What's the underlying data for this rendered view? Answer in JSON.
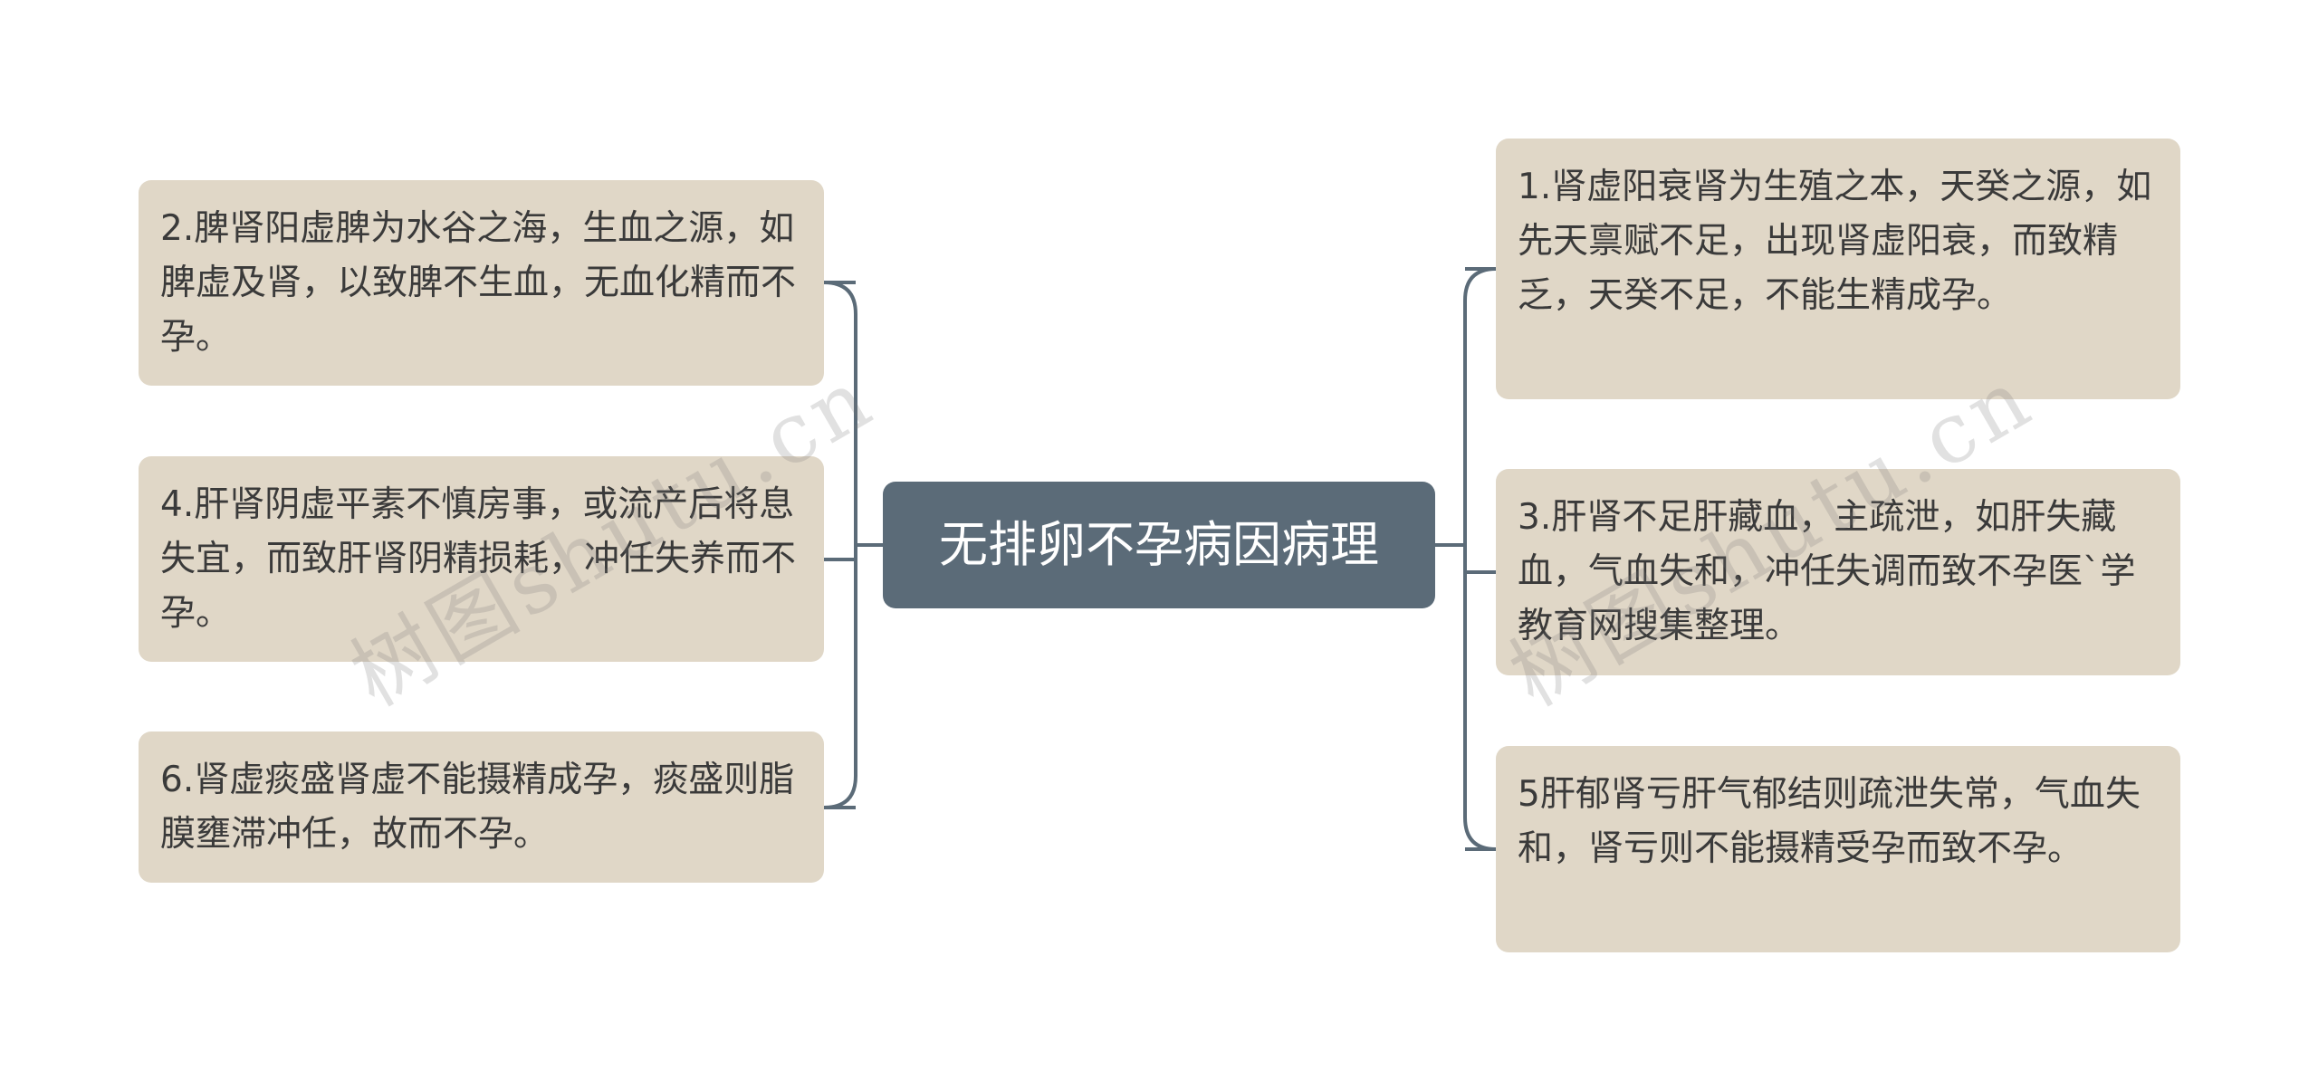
{
  "center": {
    "title": "无排卵不孕病因病理"
  },
  "left_nodes": [
    {
      "id": "2",
      "text": "2.脾肾阳虚脾为水谷之海，生血之源，如脾虚及肾，以致脾不生血，无血化精而不孕。"
    },
    {
      "id": "4",
      "text": "4.肝肾阴虚平素不慎房事，或流产后将息失宜，而致肝肾阴精损耗，冲任失养而不孕。"
    },
    {
      "id": "6",
      "text": "6.肾虚痰盛肾虚不能摄精成孕，痰盛则脂膜壅滞冲任，故而不孕。"
    }
  ],
  "right_nodes": [
    {
      "id": "1",
      "text": "1.肾虚阳衰肾为生殖之本，天癸之源，如先天禀赋不足，出现肾虚阳衰，而致精乏，天癸不足，不能生精成孕。"
    },
    {
      "id": "3",
      "text": "3.肝肾不足肝藏血，主疏泄，如肝失藏血，气血失和，冲任失调而致不孕医`学教育网搜集整理。"
    },
    {
      "id": "5",
      "text": "5肝郁肾亏肝气郁结则疏泄失常，气血失和，肾亏则不能摄精受孕而致不孕。"
    }
  ],
  "watermarks": [
    "树图shutu.cn",
    "树图shutu.cn"
  ],
  "colors": {
    "center_fill": "#5b6b78",
    "node_fill": "#e0d7c7",
    "connector": "#5b6b78",
    "text": "#3a3a3a"
  }
}
